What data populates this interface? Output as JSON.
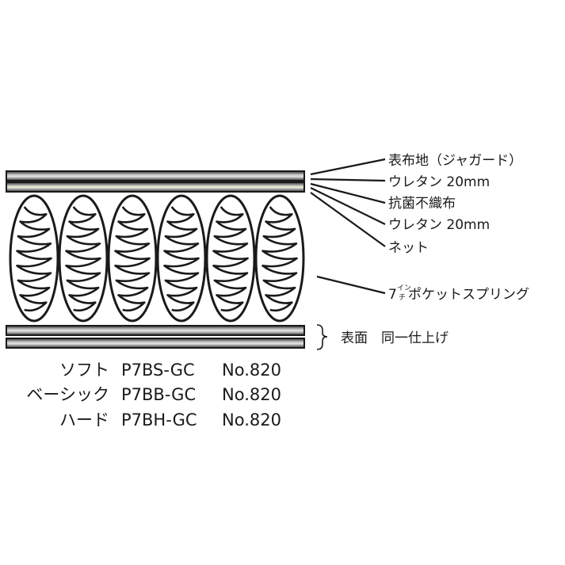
{
  "diagram": {
    "layer_labels": [
      "表布地（ジャガード）",
      "ウレタン 20mm",
      "抗菌不織布",
      "ウレタン 20mm",
      "ネット"
    ],
    "spring_label": {
      "lead": "7",
      "small_top": "イン",
      "small_bottom": "チ",
      "rest": "ポケットスプリング"
    },
    "bottom_label": "表面　同一仕上げ",
    "spring_count": 6,
    "colors": {
      "ink": "#1a1a1a",
      "panel_light": "#cfcfcf",
      "accent_line": "#e9ecc8"
    }
  },
  "models": [
    {
      "name": "ソフト",
      "code": "P7BS-GC",
      "number": "No.820"
    },
    {
      "name": "ベーシック",
      "code": "P7BB-GC",
      "number": "No.820"
    },
    {
      "name": "ハード",
      "code": "P7BH-GC",
      "number": "No.820"
    }
  ]
}
